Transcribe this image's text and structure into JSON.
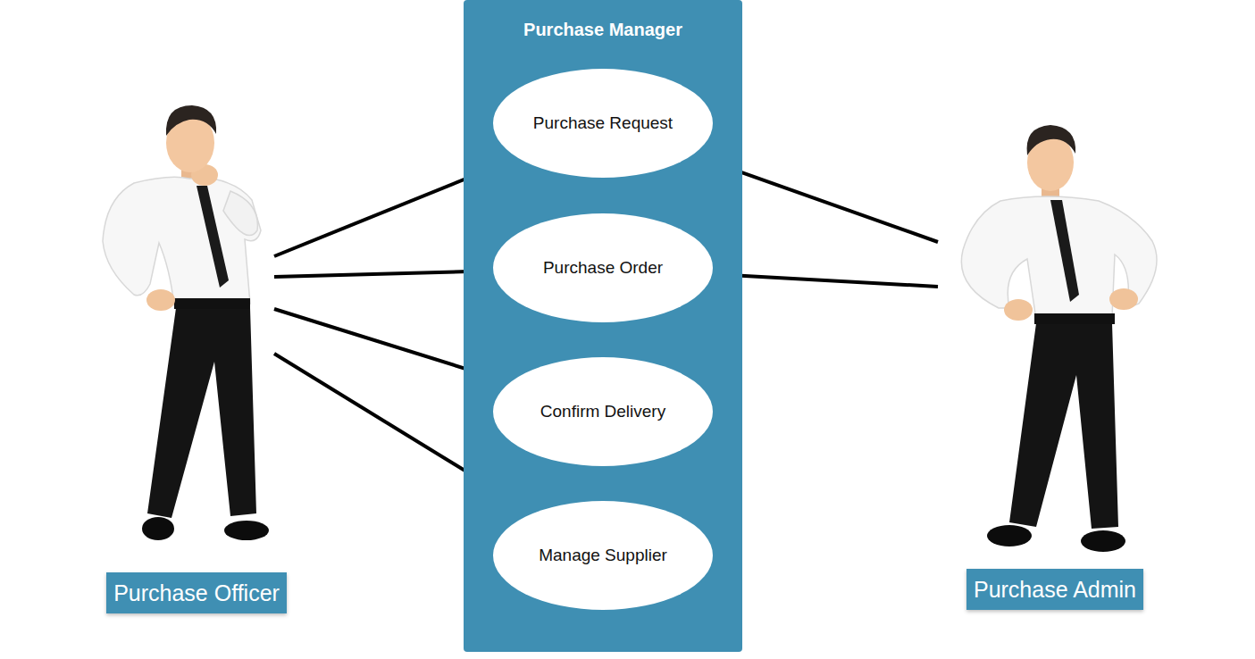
{
  "diagram": {
    "nodes": [
      {
        "text": [
          "Purchase Manager"
        ]
      },
      {
        "text": [
          "Purchase Request"
        ],
        "in": 0
      },
      {
        "text": [
          "Purchase Order"
        ],
        "in": 0
      },
      {
        "text": [
          "Confirm Delivery"
        ],
        "in": 0
      },
      {
        "text": [
          "Manage Supplier"
        ],
        "in": 0
      },
      {
        "text": [
          "Purchase Officer"
        ]
      },
      {
        "text": [
          "Purchase Admin"
        ]
      }
    ],
    "edges": [
      {
        "from": 5,
        "to": 1,
        "arrow": "none"
      },
      {
        "from": 5,
        "to": 2,
        "arrow": "none"
      },
      {
        "from": 5,
        "to": 3,
        "arrow": "none"
      },
      {
        "from": 5,
        "to": 4,
        "arrow": "none"
      },
      {
        "from": 6,
        "to": 1,
        "arrow": "none"
      },
      {
        "from": 6,
        "to": 2,
        "arrow": "none"
      }
    ]
  }
}
